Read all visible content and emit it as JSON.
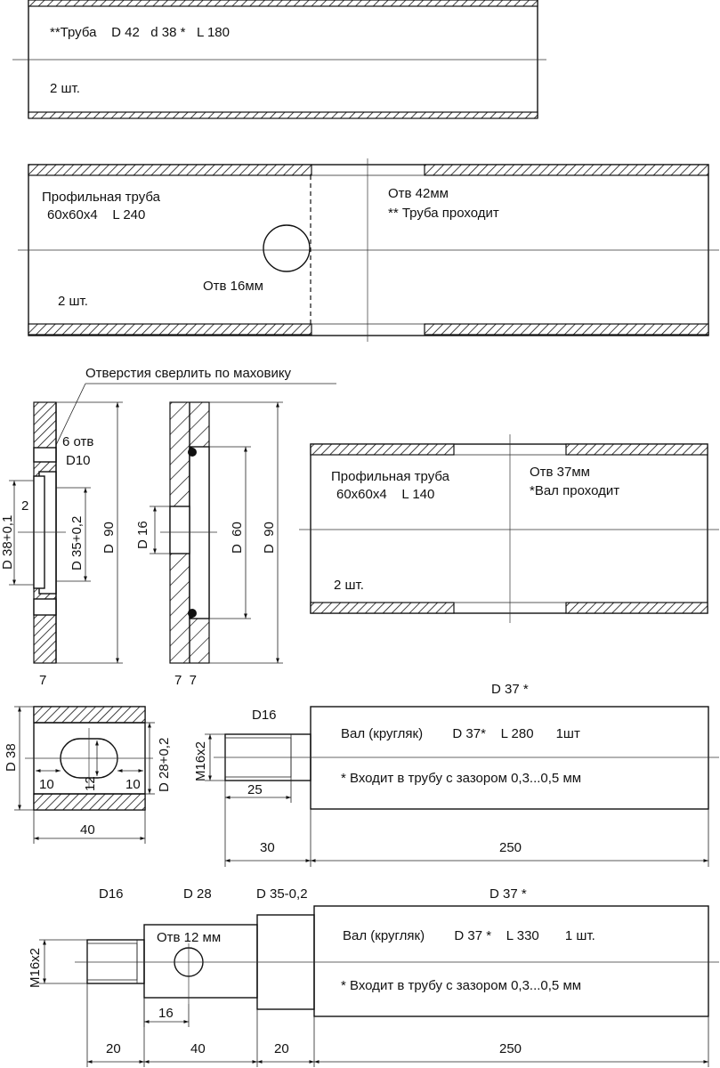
{
  "pipe_top": {
    "title": "**Труба    D 42   d 38 *   L 180",
    "qty": "2 шт."
  },
  "profile_240": {
    "line1": "Профильная труба",
    "line2": "60х60х4    L 240",
    "hole_note1": "Отв 42мм",
    "hole_note2": "** Труба проходит",
    "small_hole": "Отв 16мм",
    "qty": "2 шт."
  },
  "flywheel_note": "Отверстия сверлить по маховику",
  "disc_left": {
    "holes1": "6 отв",
    "holes2": "D10",
    "dim_outer": "D 38+0,1",
    "dim_step": "2",
    "dim_bore": "D 35+0,2",
    "dim_dia": "D  90",
    "thickness": "7"
  },
  "disc_right": {
    "dim_bore": "D 16",
    "dim_inner": "D  60",
    "dim_dia": "D  90",
    "thickness": "7  7"
  },
  "profile_140": {
    "line1": "Профильная труба",
    "line2": "60х60х4    L 140",
    "hole_note1": "Отв 37мм",
    "hole_note2": "*Вал проходит",
    "qty": "2 шт."
  },
  "block": {
    "dim_height": "D 38",
    "dim_slot_len_l": "10",
    "dim_slot_w": "12",
    "dim_slot_len_r": "10",
    "dim_bore": "D 28+0,2",
    "dim_width": "40"
  },
  "shaft1": {
    "dim_d16": "D16",
    "dim_d37": "D 37 *",
    "thread": "M16х2",
    "thread_len": "25",
    "desc": "Вал (кругляк)        D 37*    L 280      1шт",
    "note": "* Входит в трубу с зазором 0,3...0,5 мм",
    "len_a": "30",
    "len_b": "250"
  },
  "shaft2": {
    "dim_d16": "D16",
    "dim_d28": "D 28",
    "dim_d35": "D 35-0,2",
    "dim_d37": "D 37 *",
    "thread": "M16х2",
    "hole": "Отв 12 мм",
    "hole_pos": "16",
    "desc": "Вал (кругляк)        D 37 *    L 330       1 шт.",
    "note": "* Входит в трубу с зазором 0,3...0,5 мм",
    "len_a": "20",
    "len_b": "40",
    "len_c": "20",
    "len_d": "250"
  }
}
